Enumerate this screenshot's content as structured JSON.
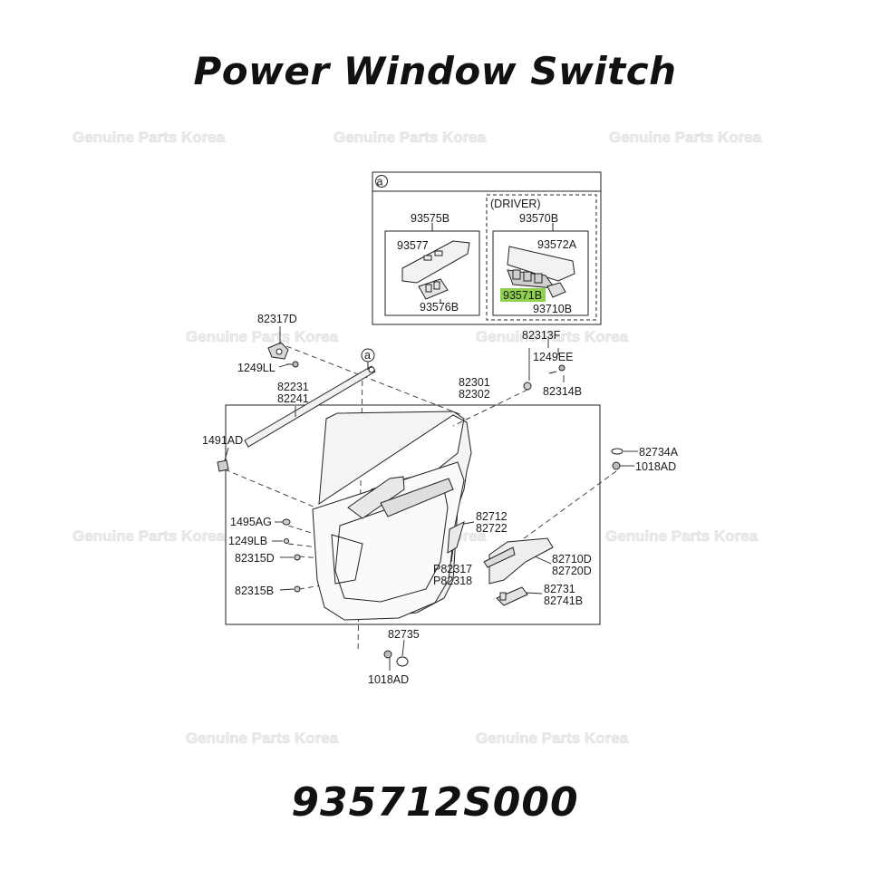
{
  "title": "Power Window Switch",
  "part_number": "935712S000",
  "watermark": "Genuine Parts Korea",
  "highlight_color": "#8fd14f",
  "inset": {
    "marker": "a",
    "driver_label": "(DRIVER)",
    "left_group": {
      "assembly": "93575B",
      "upper": "93577",
      "switch": "93576B"
    },
    "right_group": {
      "assembly": "93570B",
      "upper": "93572A",
      "switch": "93571B",
      "lower": "93710B"
    }
  },
  "callout_marker": "a",
  "labels": {
    "p82317D": "82317D",
    "p1249LL": "1249LL",
    "p82231": "82231",
    "p82241": "82241",
    "p1491AD": "1491AD",
    "p82313F": "82313F",
    "p1249EE": "1249EE",
    "p82314B": "82314B",
    "p82301": "82301",
    "p82302": "82302",
    "p82734A": "82734A",
    "p1018AD_r": "1018AD",
    "p1495AG": "1495AG",
    "p1249LB": "1249LB",
    "p82315D": "82315D",
    "p82315B": "82315B",
    "p82712": "82712",
    "p82722": "82722",
    "pP82317": "P82317",
    "pP82318": "P82318",
    "p82710D": "82710D",
    "p82720D": "82720D",
    "p82731": "82731",
    "p82741B": "82741B",
    "p82735": "82735",
    "p1018AD_b": "1018AD"
  }
}
